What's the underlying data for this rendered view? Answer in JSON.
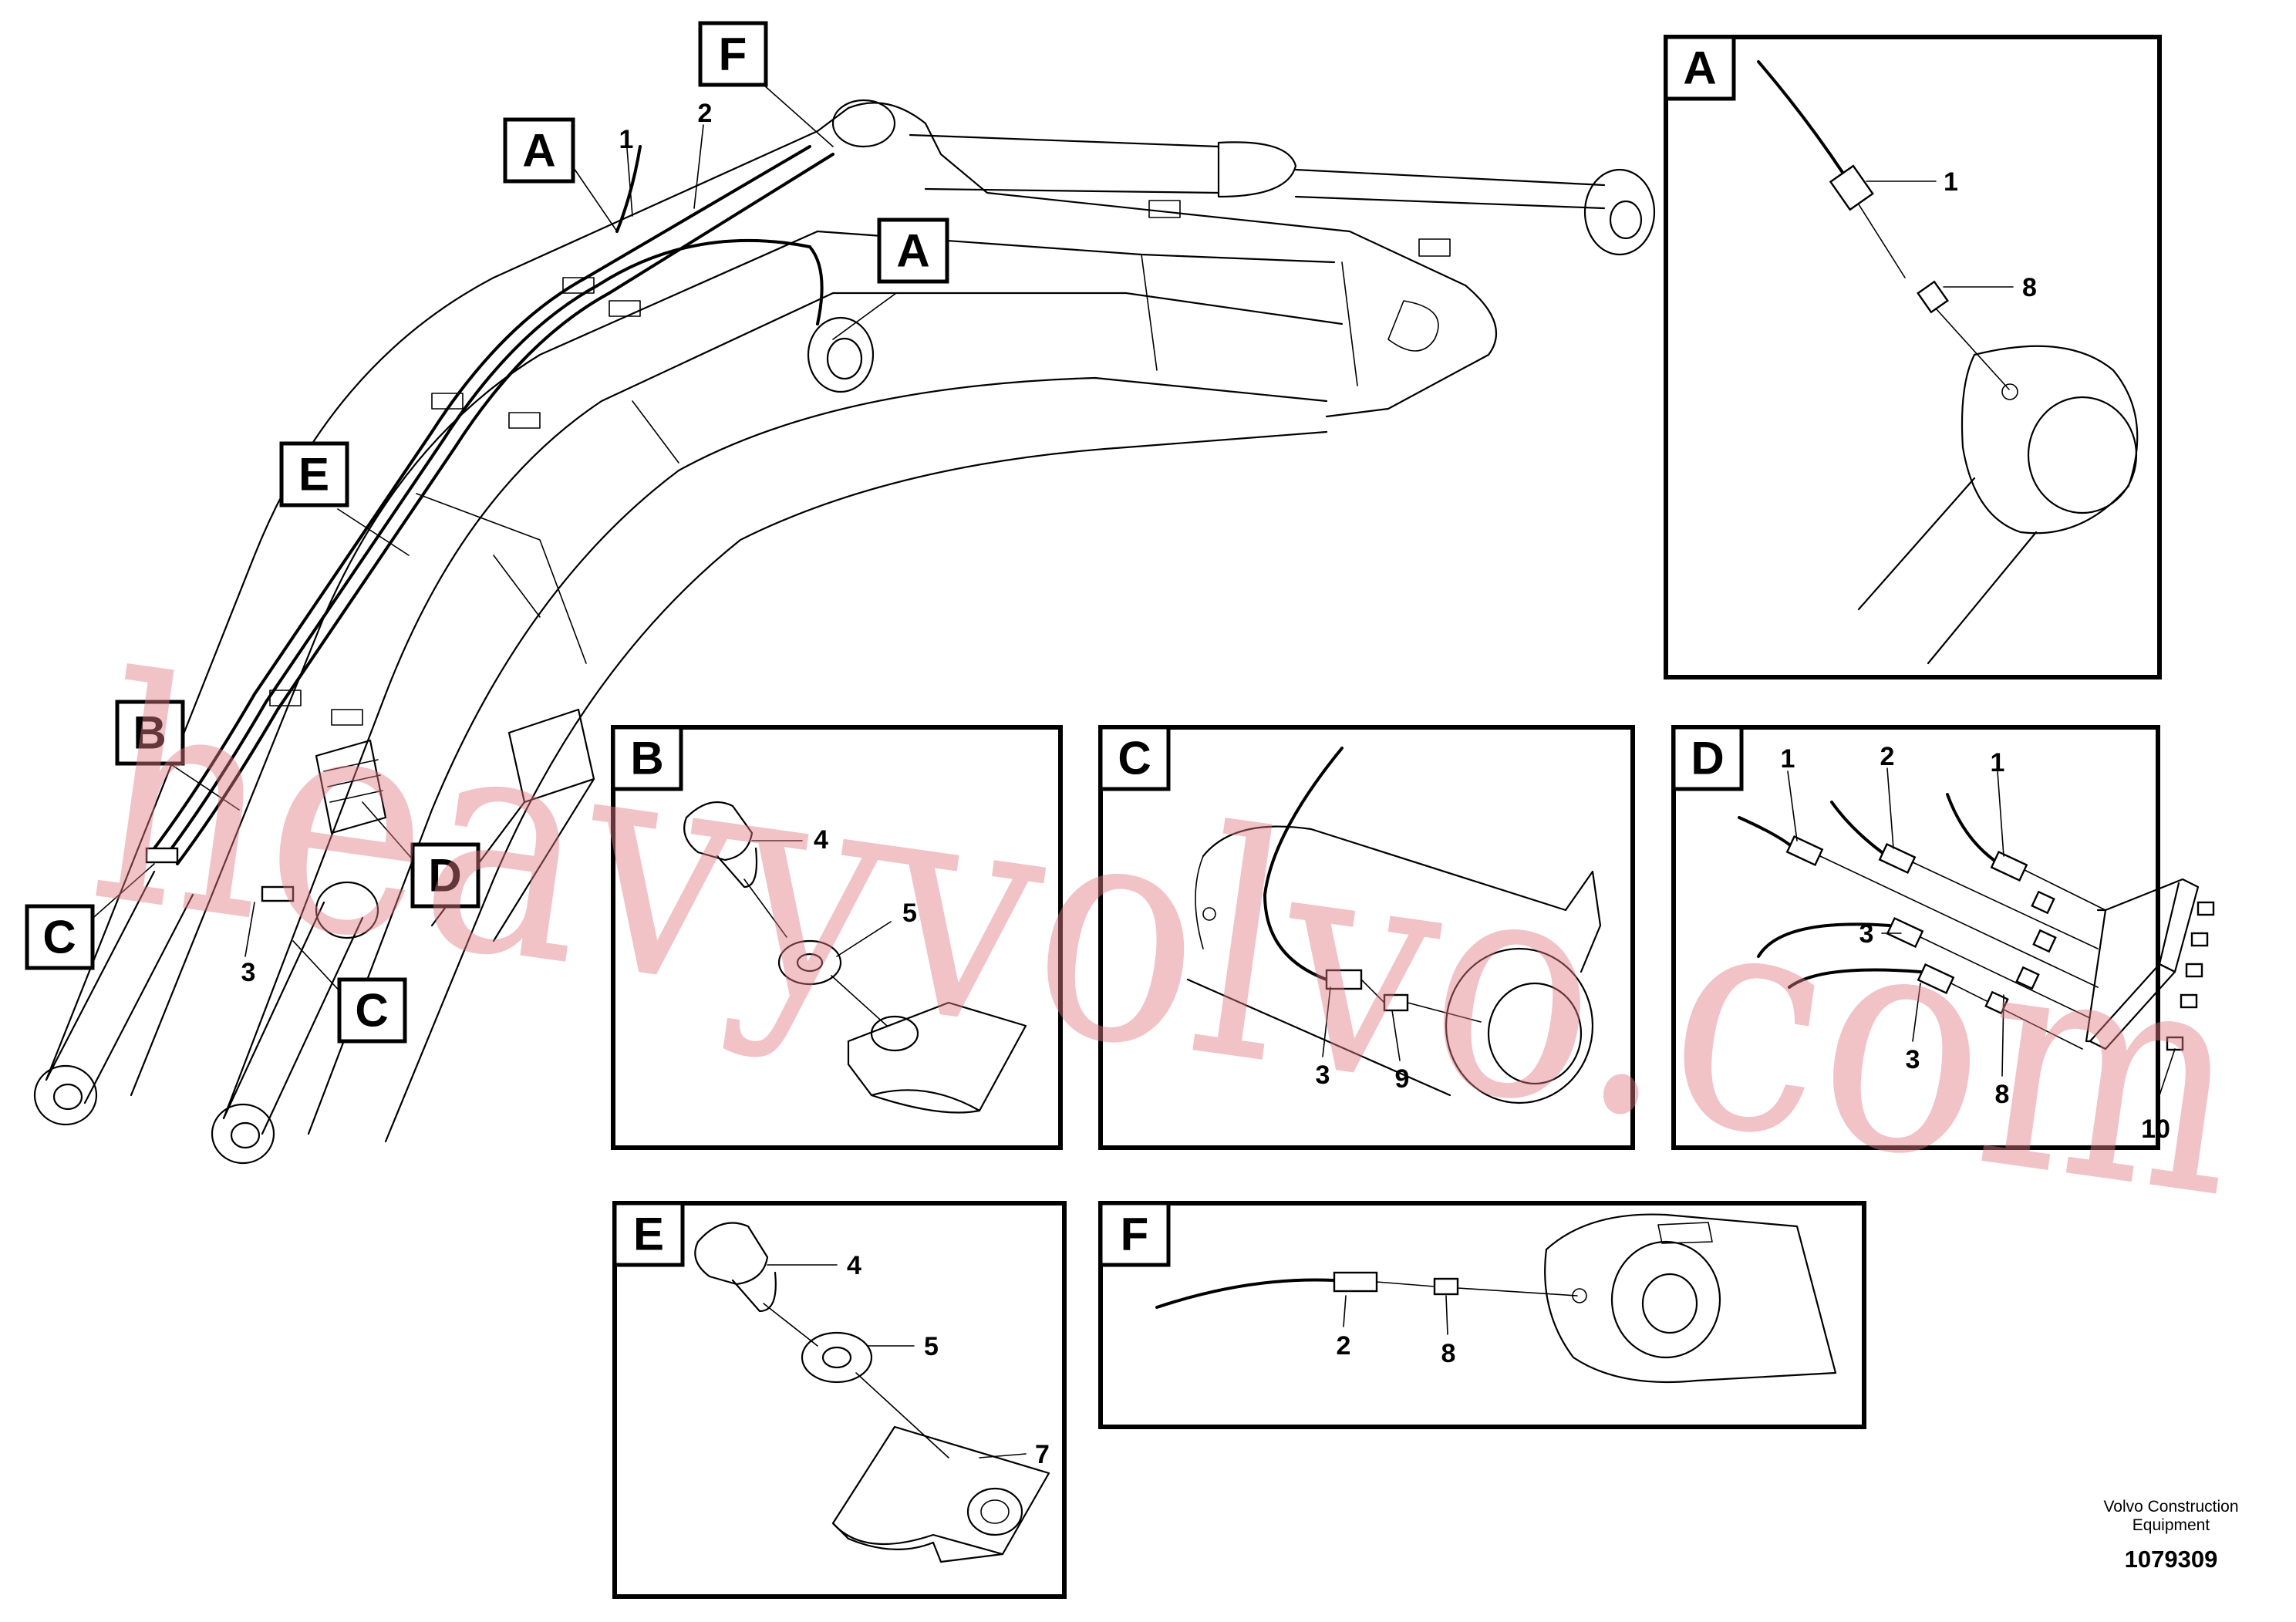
{
  "callouts": {
    "A": "A",
    "B": "B",
    "C": "C",
    "D": "D",
    "E": "E",
    "F": "F"
  },
  "main_view": {
    "item_1": "1",
    "item_2": "2",
    "item_3": "3"
  },
  "detail_A": {
    "title": "A",
    "items": [
      "1",
      "8"
    ]
  },
  "detail_B": {
    "title": "B",
    "items": [
      "4",
      "5"
    ]
  },
  "detail_C": {
    "title": "C",
    "items": [
      "3",
      "9"
    ]
  },
  "detail_D": {
    "title": "D",
    "items": [
      "1",
      "2",
      "1",
      "3",
      "3",
      "8",
      "10"
    ]
  },
  "detail_E": {
    "title": "E",
    "items": [
      "4",
      "5",
      "7"
    ]
  },
  "detail_F": {
    "title": "F",
    "items": [
      "2",
      "8"
    ]
  },
  "caption": {
    "line1": "Volvo Construction",
    "line2": "Equipment",
    "number": "1079309"
  },
  "watermark": "heavyvolvo.com"
}
